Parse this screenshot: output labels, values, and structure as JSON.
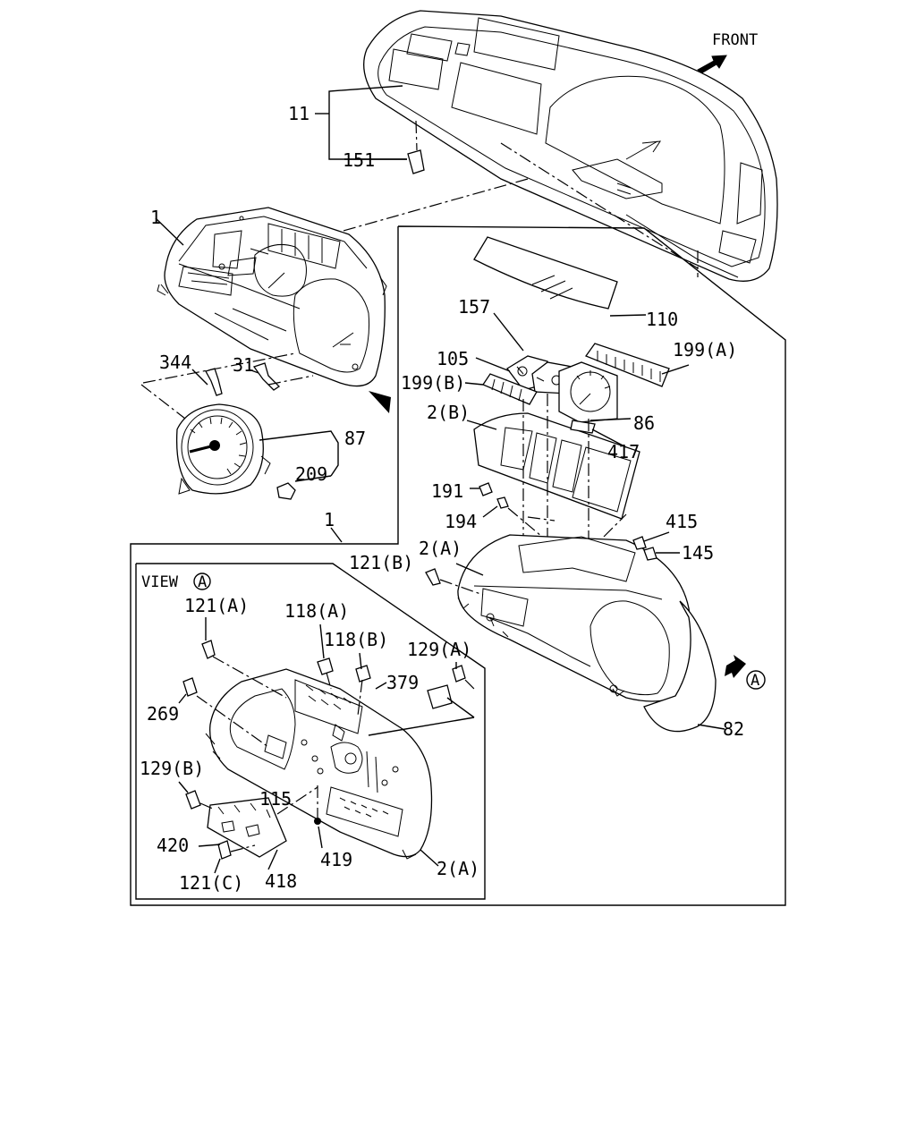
{
  "front_label": "FRONT",
  "view_label": "VIEW",
  "view_marker": "A",
  "callouts": {
    "p11": "11",
    "p151": "151",
    "p1_top": "1",
    "p344": "344",
    "p31": "31",
    "p87": "87",
    "p209": "209",
    "p1_mid": "1",
    "p110": "110",
    "p157": "157",
    "p105": "105",
    "p199a": "199(A)",
    "p199b": "199(B)",
    "p2b": "2(B)",
    "p86": "86",
    "p417": "417",
    "p191": "191",
    "p194": "194",
    "p415": "415",
    "p145": "145",
    "p2a_top": "2(A)",
    "p121b": "121(B)",
    "p82": "82",
    "arrow_a": "A",
    "p121a": "121(A)",
    "p118a": "118(A)",
    "p118b": "118(B)",
    "p129a": "129(A)",
    "p379": "379",
    "p269": "269",
    "p129b": "129(B)",
    "p115": "115",
    "p420": "420",
    "p121c": "121(C)",
    "p418": "418",
    "p419": "419",
    "p2a_bottom": "2(A)"
  }
}
